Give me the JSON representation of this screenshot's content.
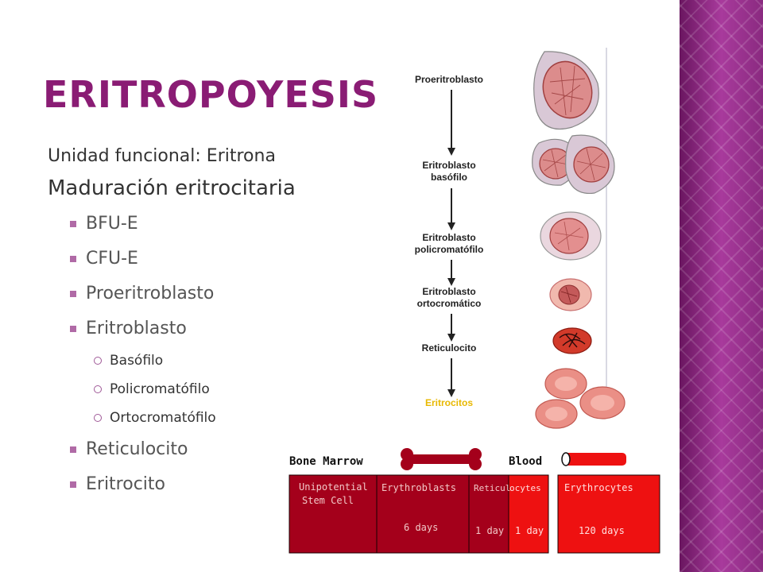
{
  "title": "ERITROPOYESIS",
  "content": {
    "line1": "Unidad funcional: Eritrona",
    "line2": "Maduración eritrocitaria",
    "level2a": [
      "BFU-E",
      "CFU-E",
      "Proeritroblasto",
      "Eritroblasto"
    ],
    "level3": [
      "Basófilo",
      "Policromatófilo",
      "Ortocromatófilo"
    ],
    "level2b": [
      "Reticulocito",
      "Eritrocito"
    ]
  },
  "stages": {
    "proeritroblasto": "Proeritroblasto",
    "basofilo_1": "Eritroblasto",
    "basofilo_2": "basófilo",
    "policromatofilo_1": "Eritroblasto",
    "policromatofilo_2": "policromatófilo",
    "ortocromatico_1": "Eritroblasto",
    "ortocromatico_2": "ortocromático",
    "reticulocito": "Reticulocito",
    "eritrocitos": "Eritrocitos"
  },
  "timeline": {
    "bone_marrow": "Bone Marrow",
    "blood": "Blood",
    "unipotential_1": "Unipotential",
    "unipotential_2": "Stem Cell",
    "erythroblasts": "Erythroblasts",
    "erythroblasts_days": "6 days",
    "reticul": "Reticul",
    "ocytes": "ocytes",
    "retic_marrow_days": "1 day",
    "retic_blood_days": "1 day",
    "erythrocytes": "Erythrocytes",
    "erythrocytes_days": "120 days"
  },
  "colors": {
    "title": "#8a1c74",
    "bullet": "#b06aa6",
    "cell_fill": "#e9a7a7",
    "cell_nucleus": "#c45a5a",
    "marrow_dark": "#a4001b",
    "blood_red": "#ee1111",
    "stage_highlight": "#e8b800"
  }
}
